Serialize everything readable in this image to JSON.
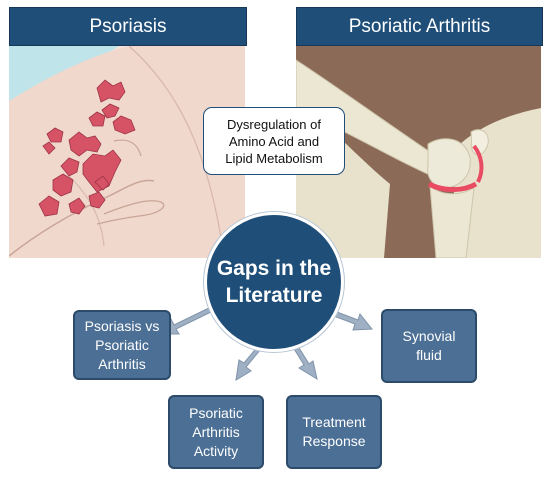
{
  "headers": {
    "left": "Psoriasis",
    "right": "Psoriatic Arthritis"
  },
  "callout": "Dysregulation of\nAmino Acid and\nLipid Metabolism",
  "center": "Gaps in the\nLiterature",
  "topics": [
    "Psoriasis vs\nPsoriatic\nArthritis",
    "Synovial\nfluid",
    "Psoriatic\nArthritis\nActivity",
    "Treatment\nResponse"
  ],
  "colors": {
    "navy": "#1f4e79",
    "box": "#4c6f95",
    "arrow": "#9fb0c4",
    "skin": "#f0d8cc",
    "plaque": "#d65366",
    "knee_skin": "#8b6a57",
    "bone": "#eae5d0",
    "inflammation": "#e94c62"
  },
  "icons": {
    "left": "skin-plaques-illustration",
    "right": "knee-joint-illustration"
  }
}
